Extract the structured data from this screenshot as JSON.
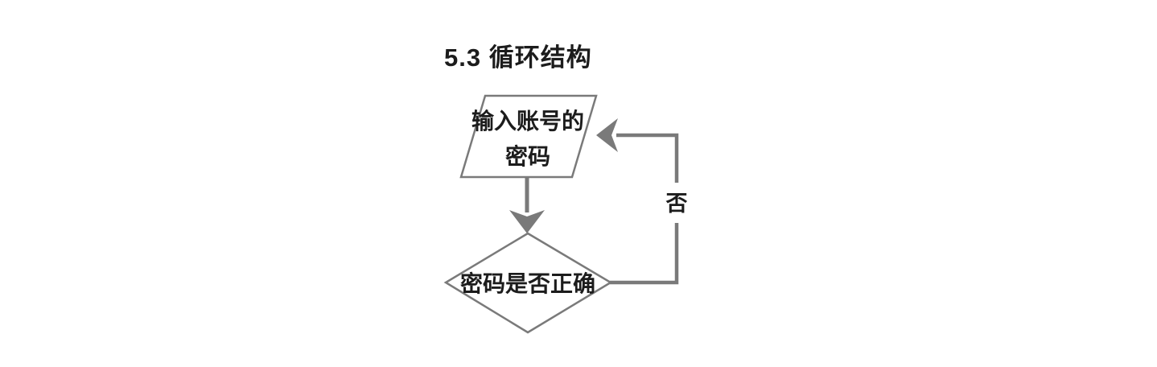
{
  "title": "5.3 循环结构",
  "flowchart": {
    "colors": {
      "stroke": "#7a7a7a",
      "text": "#1c1c1c",
      "background": "#ffffff"
    },
    "nodes": [
      {
        "id": "input-password",
        "type": "parallelogram",
        "label": "输入账号的密码",
        "line1": "输入账号的",
        "line2": "密码"
      },
      {
        "id": "check-password",
        "type": "diamond",
        "label": "密码是否正确"
      }
    ],
    "edges": [
      {
        "from": "input-password",
        "to": "check-password",
        "label": ""
      },
      {
        "from": "check-password",
        "to": "input-password",
        "label": "否"
      }
    ]
  }
}
